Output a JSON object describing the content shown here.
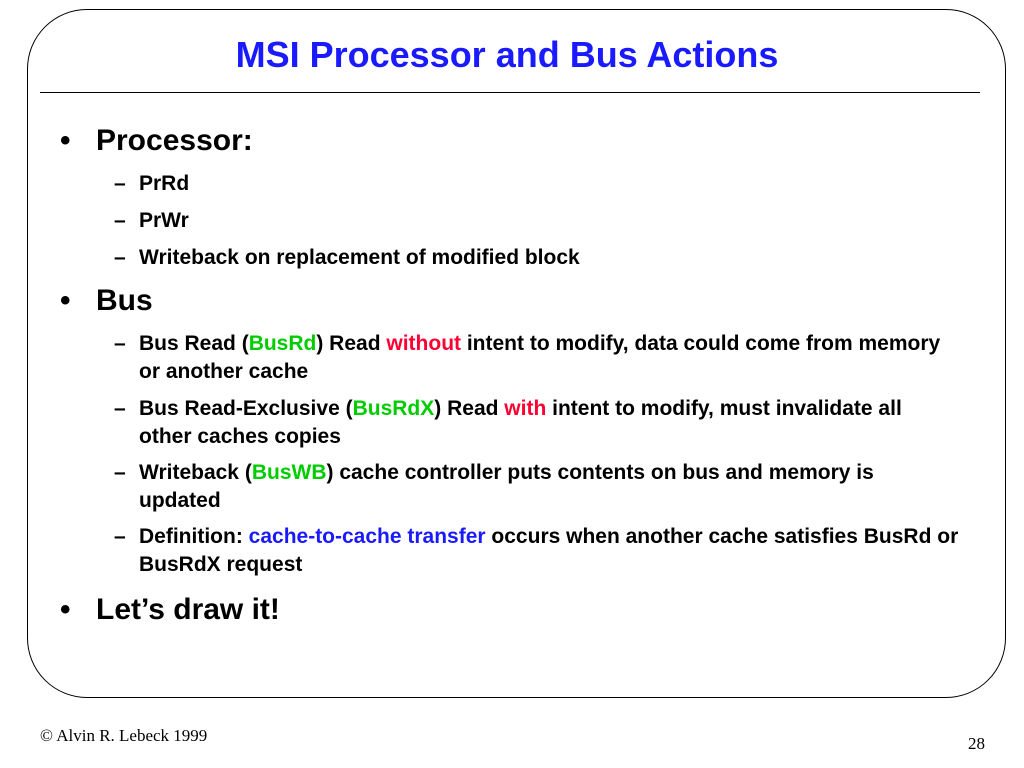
{
  "slide": {
    "title": "MSI Processor and Bus Actions",
    "bullet_symbol": "•",
    "dash_symbol": "–",
    "processor": {
      "heading": "Processor:",
      "items": [
        "PrRd",
        "PrWr",
        "Writeback on replacement of modified block"
      ]
    },
    "bus": {
      "heading": "Bus",
      "item1": {
        "a": "Bus Read (",
        "b": "BusRd",
        "c": ") Read ",
        "d": "without",
        "e": " intent to modify, data could come from memory or another cache"
      },
      "item2": {
        "a": "Bus Read-Exclusive (",
        "b": "BusRdX",
        "c": ") Read ",
        "d": "with",
        "e": " intent to modify, must invalidate all other caches copies"
      },
      "item3": {
        "a": "Writeback (",
        "b": "BusWB",
        "c": ") cache controller puts contents on bus and memory is updated"
      },
      "item4": {
        "a": "Definition: ",
        "b": "cache-to-cache transfer",
        "c": " occurs when another cache satisfies BusRd or BusRdX request"
      }
    },
    "closing": "Let’s draw it!"
  },
  "footer": {
    "copyright": "© Alvin R. Lebeck 1999",
    "page_number": "28"
  },
  "colors": {
    "title": "#1a1aff",
    "term": "#00cc00",
    "emphasis": "#ff0033",
    "definition": "#1a1aff"
  }
}
